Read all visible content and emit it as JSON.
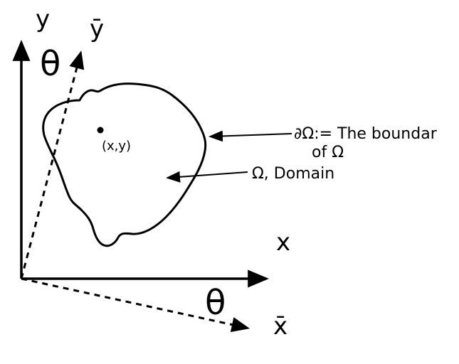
{
  "figure": {
    "background": "#ffffff",
    "stroke_color": "#000000",
    "labels": {
      "y_axis": "y",
      "ybar_axis": "ȳ",
      "x_axis": "x",
      "xbar_axis": "x̄",
      "theta_upper": "θ",
      "theta_lower": "θ",
      "point_coords": "(x,y)",
      "boundary_annotation_line1": "∂Ω:= The boundar",
      "boundary_annotation_line2": "of Ω",
      "domain_annotation": "Ω, Domain"
    }
  }
}
